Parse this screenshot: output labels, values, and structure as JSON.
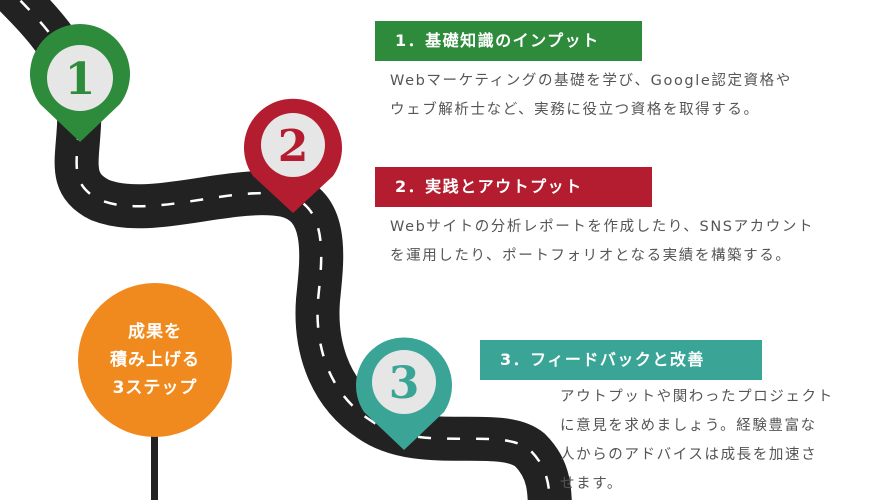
{
  "colors": {
    "green": "#2e8b3c",
    "red": "#b31d2f",
    "teal": "#3aa596",
    "orange": "#f08a1e",
    "road": "#222222",
    "pin_inner": "#e6e6e6"
  },
  "steps": [
    {
      "number": "1",
      "title": "1．基礎知識のインプット",
      "description": "Webマーケティングの基礎を学び、Google認定資格や\nウェブ解析士など、実務に役立つ資格を取得する。"
    },
    {
      "number": "2",
      "title": "2．実践とアウトプット",
      "description": "Webサイトの分析レポートを作成したり、SNSアカウント\nを運用したり、ポートフォリオとなる実績を構築する。"
    },
    {
      "number": "3",
      "title": "3．フィードバックと改善",
      "description": "アウトプットや関わったプロジェクト\nに意見を求めましょう。経験豊富な\n人からのアドバイスは成長を加速さ\nせます。"
    }
  ],
  "goal": {
    "text": "成果を\n積み上げる\n3ステップ"
  }
}
